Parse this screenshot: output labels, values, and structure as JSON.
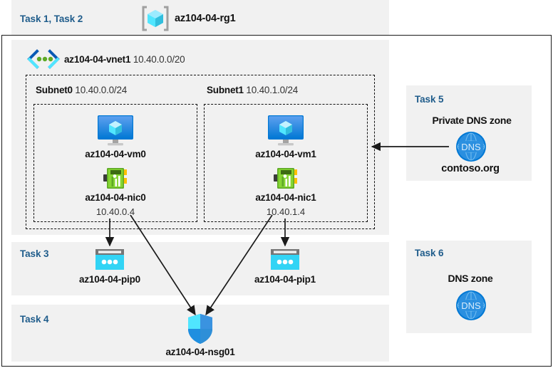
{
  "diagram": {
    "title": "az104-04-rg1",
    "resource_group": {
      "task_label": "Task 1, Task 2",
      "name": "az104-04-rg1",
      "icon": "resource-group-icon"
    },
    "vnet": {
      "name": "az104-04-vnet1",
      "cidr": "10.40.0.0/20",
      "icon": "virtual-network-icon"
    },
    "subnets": [
      {
        "name": "Subnet0",
        "cidr": "10.40.0.0/24",
        "vm": {
          "name": "az104-04-vm0",
          "icon": "virtual-machine-icon"
        },
        "nic": {
          "name": "az104-04-nic0",
          "ip": "10.40.0.4",
          "icon": "network-interface-icon"
        }
      },
      {
        "name": "Subnet1",
        "cidr": "10.40.1.0/24",
        "vm": {
          "name": "az104-04-vm1",
          "icon": "virtual-machine-icon"
        },
        "nic": {
          "name": "az104-04-nic1",
          "ip": "10.40.1.4",
          "icon": "network-interface-icon"
        }
      }
    ],
    "public_ips": [
      {
        "task_label": "Task 3",
        "name": "az104-04-pip0",
        "icon": "public-ip-address-icon"
      },
      {
        "name": "az104-04-pip1",
        "icon": "public-ip-address-icon"
      }
    ],
    "nsg": {
      "task_label": "Task 4",
      "name": "az104-04-nsg01",
      "icon": "network-security-group-icon"
    },
    "private_dns_zone": {
      "task_label": "Task 5",
      "heading": "Private DNS zone",
      "name": "contoso.org",
      "icon": "dns-zone-icon",
      "icon_text": "DNS"
    },
    "dns_zone": {
      "task_label": "Task 6",
      "heading": "DNS zone",
      "icon": "dns-zone-icon",
      "icon_text": "DNS"
    },
    "colors": {
      "task_label": "#1f5c8b",
      "panel_background": "#f1f1f1",
      "page_background": "#ffffff",
      "border": "#111111",
      "azure_blue": "#0078d4",
      "cyan": "#32d4f5",
      "nic_green": "#5ea925",
      "nic_yellow": "#ffc000",
      "arrow": "#1a1a1a"
    }
  }
}
